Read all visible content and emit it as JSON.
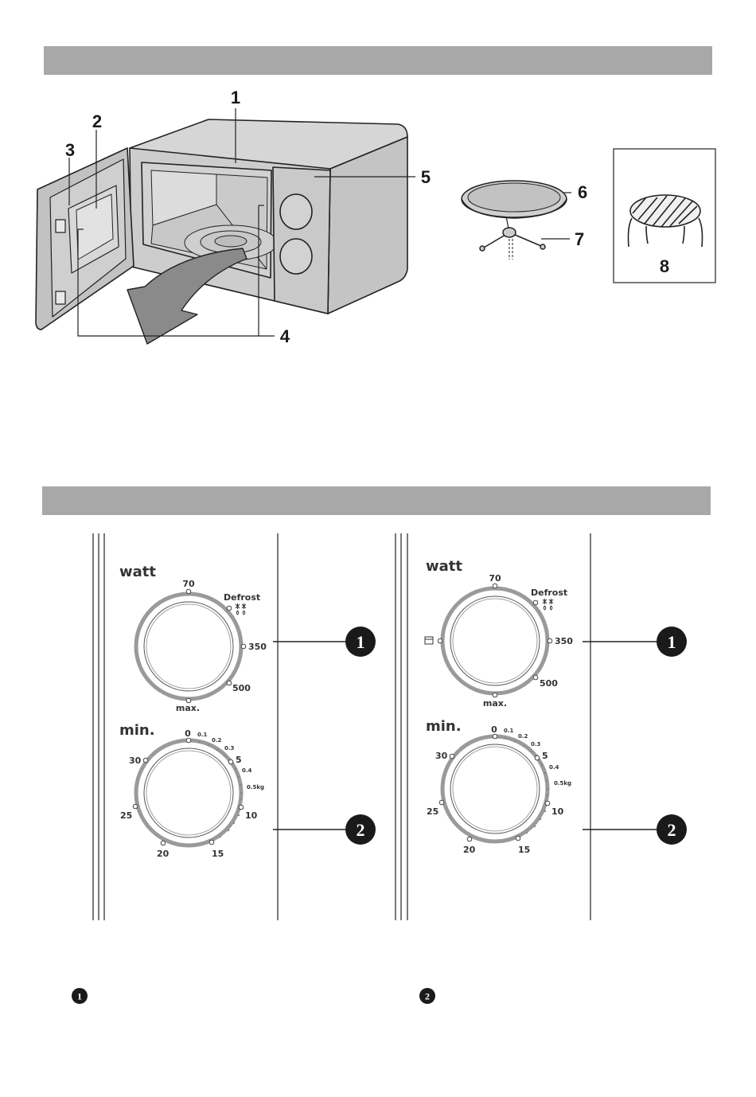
{
  "callouts": {
    "c1": "1",
    "c2": "2",
    "c3": "3",
    "c4": "4",
    "c5": "5",
    "c6": "6",
    "c7": "7",
    "c8": "8"
  },
  "control_panels": [
    {
      "power_dial": {
        "title": "watt",
        "labels": {
          "p70": "70",
          "defrost": "Defrost",
          "p350": "350",
          "p500": "500",
          "max": "max."
        }
      },
      "timer_dial": {
        "title": "min.",
        "labels": {
          "t0": "0",
          "w01": "0.1",
          "w02": "0.2",
          "w03": "0.3",
          "t5": "5",
          "w04": "0.4",
          "w05": "0.5kg",
          "t10": "10",
          "t15": "15",
          "t20": "20",
          "t25": "25",
          "t30": "30"
        }
      },
      "badges": {
        "b1": "1",
        "b2": "2"
      }
    },
    {
      "power_dial": {
        "title": "watt",
        "labels": {
          "p70": "70",
          "defrost": "Defrost",
          "p350": "350",
          "p500": "500",
          "max": "max."
        }
      },
      "timer_dial": {
        "title": "min.",
        "labels": {
          "t0": "0",
          "w01": "0.1",
          "w02": "0.2",
          "w03": "0.3",
          "t5": "5",
          "w04": "0.4",
          "w05": "0.5kg",
          "t10": "10",
          "t15": "15",
          "t20": "20",
          "t25": "25",
          "t30": "30"
        }
      },
      "badges": {
        "b1": "1",
        "b2": "2"
      }
    }
  ],
  "legend_badges": {
    "b1": "1",
    "b2": "2"
  },
  "colors": {
    "header_bar": "#a8a8a8",
    "dial_ring": "#9a9a9a",
    "badge": "#1a1a1a"
  }
}
